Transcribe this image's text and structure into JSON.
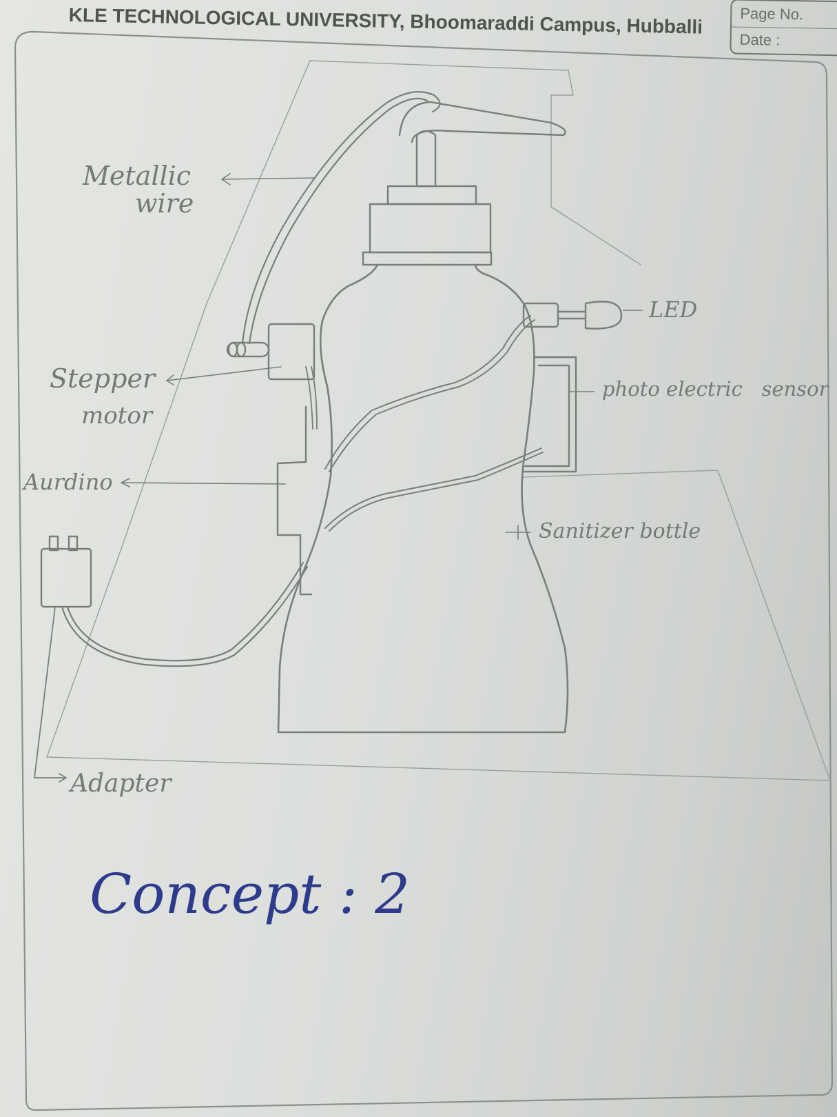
{
  "header": {
    "title": "KLE TECHNOLOGICAL UNIVERSITY, Bhoomaraddi Campus, Hubballi",
    "page_no_label": "Page No.",
    "date_label": "Date :"
  },
  "diagram": {
    "labels": {
      "metallic_wire_line1": "Metallic",
      "metallic_wire_line2": "wire",
      "stepper_motor_line1": "Stepper",
      "stepper_motor_line2": "motor",
      "arduino": "Aurdino",
      "adapter": "Adapter",
      "led": "LED",
      "photoelectric_sensor": "photo electric   sensor",
      "sanitizer_bottle": "Sanitizer bottle"
    },
    "caption": "Concept : 2"
  },
  "colors": {
    "pencil": "#7a7e7a",
    "pencil_dark": "#6c706c",
    "ink": "#2e3a8c",
    "paper": "#e0e2de"
  }
}
